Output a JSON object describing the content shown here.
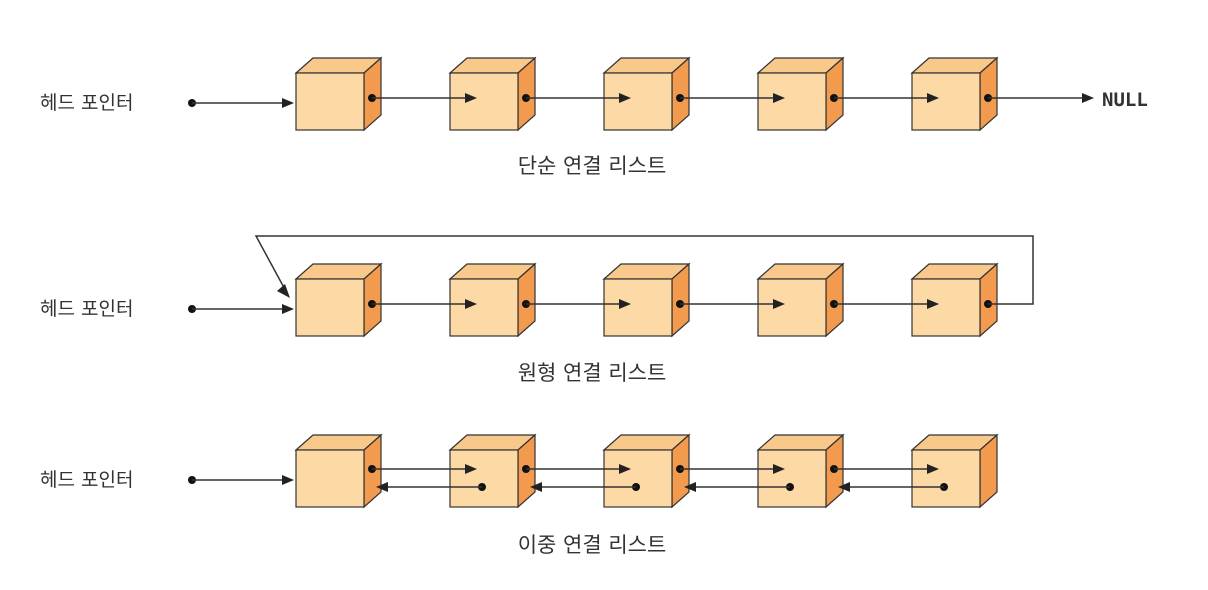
{
  "colors": {
    "box_front": "#fdd9a5",
    "box_top": "#f9c98c",
    "box_side": "#f29a4d",
    "stroke": "#333333"
  },
  "rows": [
    {
      "id": "singly",
      "head_label": "헤드 포인터",
      "caption": "단순 연결 리스트",
      "node_count": 5,
      "terminal_label": "NULL"
    },
    {
      "id": "circular",
      "head_label": "헤드 포인터",
      "caption": "원형 연결 리스트",
      "node_count": 5
    },
    {
      "id": "doubly",
      "head_label": "헤드 포인터",
      "caption": "이중 연결 리스트",
      "node_count": 5
    }
  ]
}
